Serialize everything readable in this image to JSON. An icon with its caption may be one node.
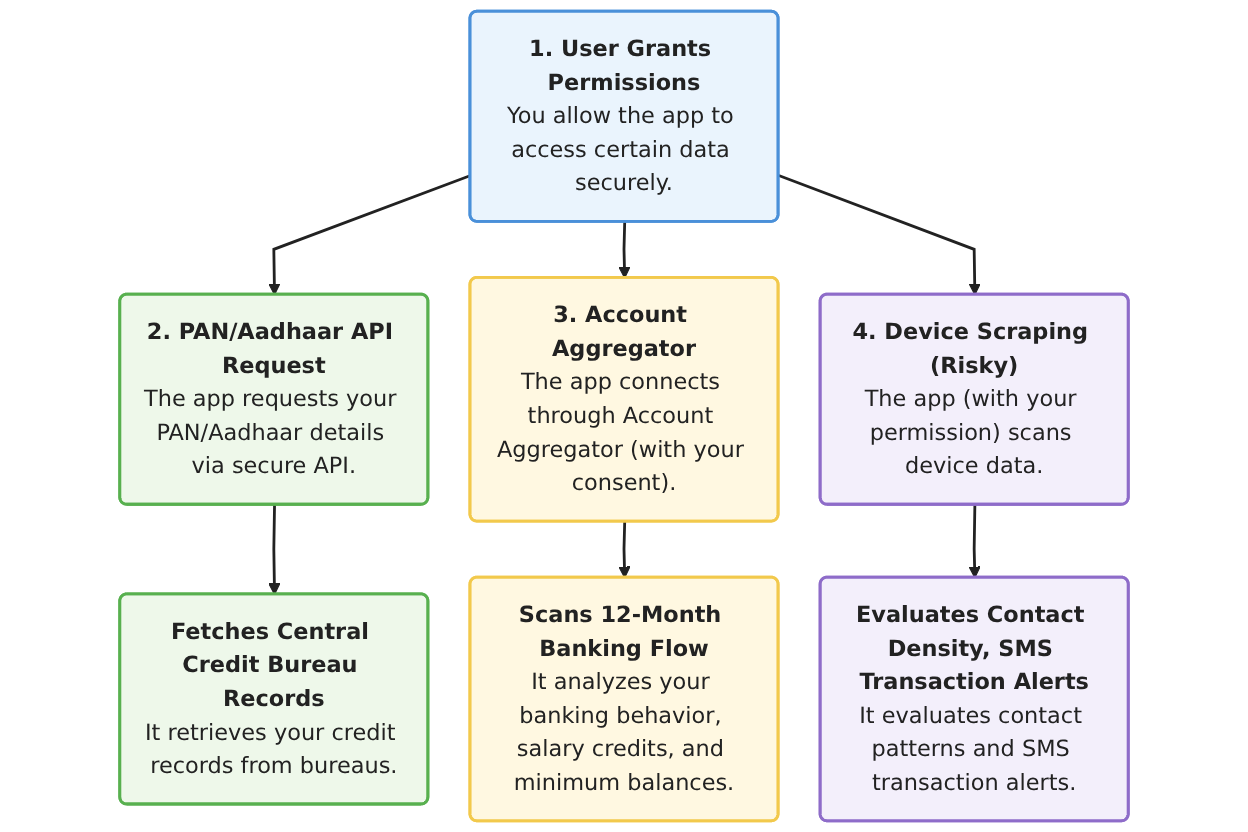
{
  "diagram": {
    "nodes": [
      {
        "text": [
          "1. User Grants Permissions",
          "You allow the app to access certain data securely."
        ]
      },
      {
        "text": [
          "2. PAN/Aadhaar API Request",
          "The app requests your PAN/Aadhaar details via secure API."
        ]
      },
      {
        "text": [
          "3. Account Aggregator",
          "The app connects through Account Aggregator (with your consent)."
        ]
      },
      {
        "text": [
          "4. Device Scraping (Risky)",
          "The app (with your permission) scans device data."
        ]
      },
      {
        "text": [
          "Fetches Central Credit Bureau Records",
          "It retrieves your credit records from bureaus."
        ]
      },
      {
        "text": [
          "Scans 12-Month Banking Flow",
          "It analyzes your banking behavior, salary credits, and minimum balances."
        ]
      },
      {
        "text": [
          "Evaluates Contact Density, SMS Transaction Alerts",
          "It evaluates contact patterns and SMS transaction alerts."
        ]
      }
    ],
    "edges": [
      {
        "from": 0,
        "to": 1,
        "arrow": "to"
      },
      {
        "from": 0,
        "to": 2,
        "arrow": "to"
      },
      {
        "from": 0,
        "to": 3,
        "arrow": "to"
      },
      {
        "from": 1,
        "to": 4,
        "arrow": "to"
      },
      {
        "from": 2,
        "to": 5,
        "arrow": "to"
      },
      {
        "from": 3,
        "to": 6,
        "arrow": "to"
      }
    ]
  }
}
